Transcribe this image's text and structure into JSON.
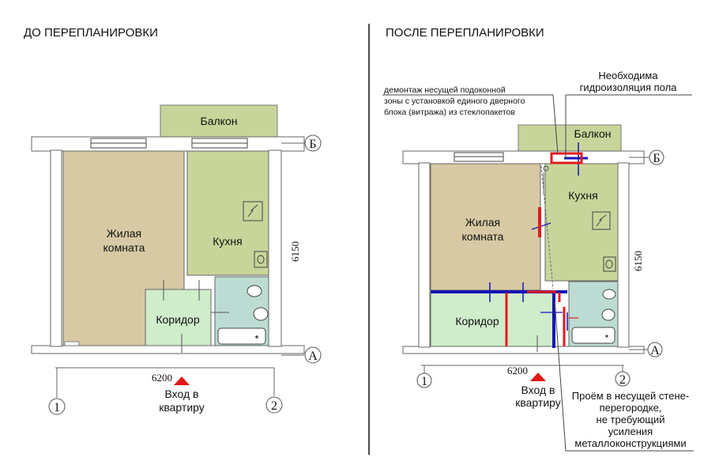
{
  "before": {
    "title": "ДО ПЕРЕПЛАНИРОВКИ",
    "rooms": {
      "balcony": "Балкон",
      "living_line1": "Жилая",
      "living_line2": "комната",
      "kitchen": "Кухня",
      "corridor": "Коридор"
    },
    "dimension_width": "6200",
    "dimension_height": "6150",
    "entrance_line1": "Вход в",
    "entrance_line2": "квартиру",
    "axes": {
      "b": "Б",
      "a": "А",
      "one": "1",
      "two": "2"
    }
  },
  "after": {
    "title": "ПОСЛЕ ПЕРЕПЛАНИРОВКИ",
    "rooms": {
      "balcony": "Балкон",
      "living_line1": "Жилая",
      "living_line2": "комната",
      "kitchen": "Кухня",
      "corridor": "Коридор"
    },
    "dimension_width": "6200",
    "dimension_height": "6150",
    "entrance_line1": "Вход в",
    "entrance_line2": "квартиру",
    "axes": {
      "b": "Б",
      "a": "А",
      "one": "1",
      "two": "2"
    },
    "notes": {
      "waterproofing_line1": "Необходима",
      "waterproofing_line2": "гидроизоляция пола",
      "dismantle_line1": "демонтаж несущей подоконной",
      "dismantle_line2": "зоны с установкой единого дверного",
      "dismantle_line3": "блока (витража) из стеклопакетов",
      "opening_line1": "Проём в несущей стене-",
      "opening_line2": "перегородке,",
      "opening_line3": "не требующий",
      "opening_line4": "усиления",
      "opening_line5": "металлоконструкциями"
    }
  },
  "colors": {
    "living": "#d7c9a3",
    "kitchen": "#c8d59a",
    "corridor": "#cfeccb",
    "bathroom": "#bcdcd3",
    "wall": "#ffffff",
    "demolition": "#e21b1b",
    "new_wall": "#1414b4",
    "entrance_marker": "#e11818"
  }
}
